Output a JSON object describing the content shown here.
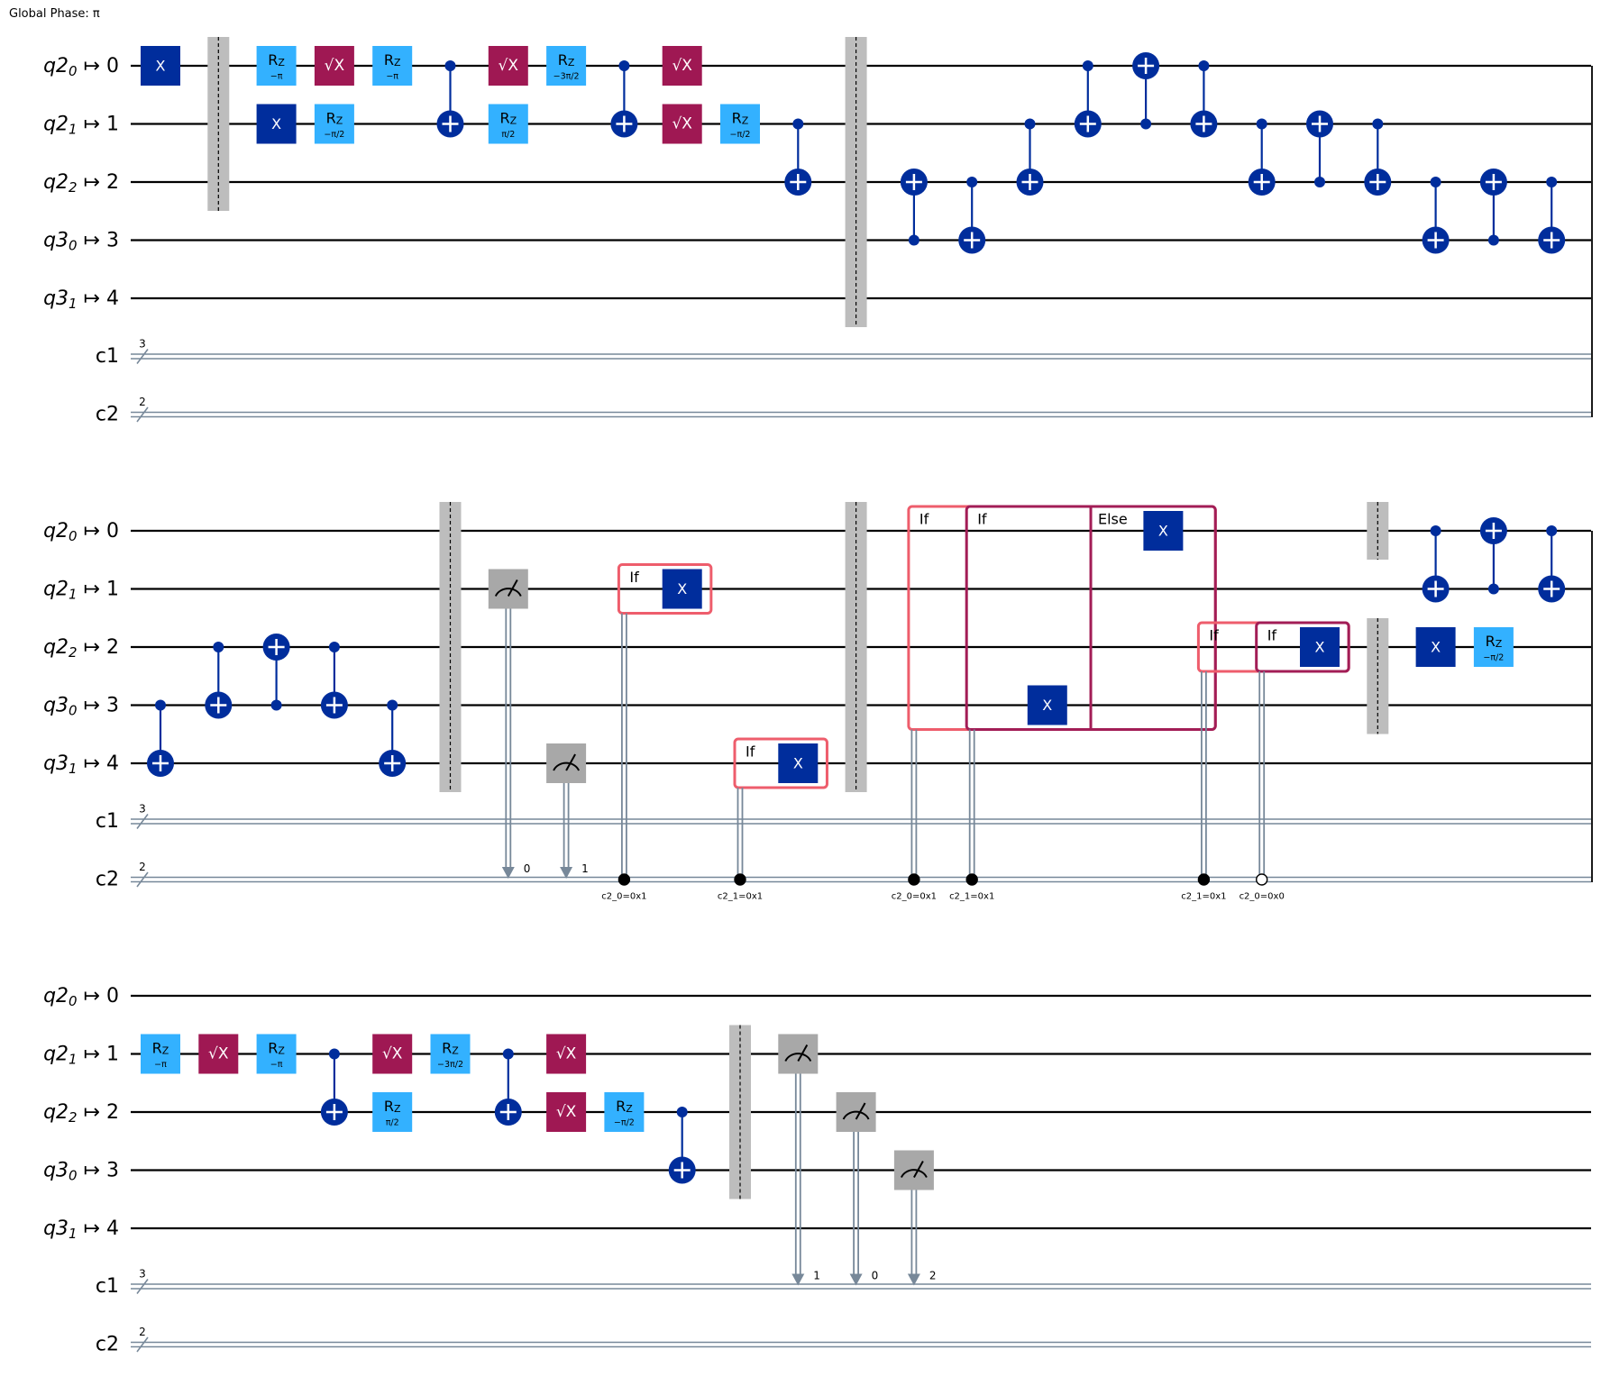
{
  "global_phase": "Global Phase: π",
  "colors": {
    "wire": "#000000",
    "classical": "#778899",
    "cx": "#002D9C",
    "x": "#002D9C",
    "rz": "#33B1FF",
    "sx": "#9F1853",
    "measure": "#A8A8A8",
    "barrier": "#BDBDBD",
    "if_outer": "#EE5D6C",
    "if_inner": "#A21D56"
  },
  "labels": {
    "rz": "R",
    "rz_sub": "Z",
    "sx": "√X",
    "x": "X",
    "if": "If",
    "else": "Else"
  },
  "wires": [
    {
      "reg": "q2",
      "idx": "0",
      "phys": "0"
    },
    {
      "reg": "q2",
      "idx": "1",
      "phys": "1"
    },
    {
      "reg": "q2",
      "idx": "2",
      "phys": "2"
    },
    {
      "reg": "q3",
      "idx": "0",
      "phys": "3"
    },
    {
      "reg": "q3",
      "idx": "1",
      "phys": "4"
    }
  ],
  "cregs": [
    {
      "name": "c1",
      "size": "3"
    },
    {
      "name": "c2",
      "size": "2"
    }
  ],
  "rows": [
    {
      "ops": [
        {
          "t": "x",
          "q": 0,
          "c": 0
        },
        {
          "t": "barrier",
          "c": 1,
          "q0": 0,
          "q1": 2
        },
        {
          "t": "rz",
          "q": 0,
          "c": 2,
          "p": "−π"
        },
        {
          "t": "x",
          "q": 1,
          "c": 2
        },
        {
          "t": "sx",
          "q": 0,
          "c": 3
        },
        {
          "t": "rz",
          "q": 1,
          "c": 3,
          "p": "−π/2"
        },
        {
          "t": "rz",
          "q": 0,
          "c": 4,
          "p": "−π"
        },
        {
          "t": "cx",
          "ctl": 0,
          "tgt": 1,
          "c": 5
        },
        {
          "t": "sx",
          "q": 0,
          "c": 6
        },
        {
          "t": "rz",
          "q": 1,
          "c": 6,
          "p": "π/2"
        },
        {
          "t": "rz",
          "q": 0,
          "c": 7,
          "p": "−3π/2"
        },
        {
          "t": "cx",
          "ctl": 0,
          "tgt": 1,
          "c": 8
        },
        {
          "t": "sx",
          "q": 0,
          "c": 9
        },
        {
          "t": "sx",
          "q": 1,
          "c": 9
        },
        {
          "t": "rz",
          "q": 1,
          "c": 10,
          "p": "−π/2"
        },
        {
          "t": "cx",
          "ctl": 1,
          "tgt": 2,
          "c": 11
        },
        {
          "t": "barrier",
          "c": 12,
          "q0": 0,
          "q1": 4
        },
        {
          "t": "cx",
          "ctl": 3,
          "tgt": 2,
          "c": 13
        },
        {
          "t": "cx",
          "ctl": 2,
          "tgt": 3,
          "c": 14
        },
        {
          "t": "cx",
          "ctl": 1,
          "tgt": 2,
          "c": 15
        },
        {
          "t": "cx",
          "ctl": 0,
          "tgt": 1,
          "c": 16
        },
        {
          "t": "cx",
          "ctl": 1,
          "tgt": 0,
          "c": 17
        },
        {
          "t": "cx",
          "ctl": 0,
          "tgt": 1,
          "c": 18
        },
        {
          "t": "cx",
          "ctl": 1,
          "tgt": 2,
          "c": 19
        },
        {
          "t": "cx",
          "ctl": 2,
          "tgt": 1,
          "c": 20
        },
        {
          "t": "cx",
          "ctl": 1,
          "tgt": 2,
          "c": 21
        },
        {
          "t": "cx",
          "ctl": 2,
          "tgt": 3,
          "c": 22
        },
        {
          "t": "cx",
          "ctl": 3,
          "tgt": 2,
          "c": 23
        },
        {
          "t": "cx",
          "ctl": 2,
          "tgt": 3,
          "c": 24
        }
      ]
    },
    {
      "ops": [
        {
          "t": "cx",
          "ctl": 3,
          "tgt": 4,
          "c": 0
        },
        {
          "t": "cx",
          "ctl": 2,
          "tgt": 3,
          "c": 1
        },
        {
          "t": "cx",
          "ctl": 3,
          "tgt": 2,
          "c": 2
        },
        {
          "t": "cx",
          "ctl": 2,
          "tgt": 3,
          "c": 3
        },
        {
          "t": "cx",
          "ctl": 3,
          "tgt": 4,
          "c": 4
        },
        {
          "t": "barrier",
          "c": 5,
          "q0": 0,
          "q1": 4
        },
        {
          "t": "measure",
          "q": 1,
          "c": 6,
          "creg": 1,
          "bit": "0"
        },
        {
          "t": "measure",
          "q": 4,
          "c": 7,
          "creg": 1,
          "bit": "1"
        },
        {
          "t": "if_box",
          "c0": 8,
          "c1": 9.5,
          "q0": 1,
          "q1": 1,
          "color": "outer",
          "label": "if"
        },
        {
          "t": "x",
          "q": 1,
          "c": 9
        },
        {
          "t": "cond",
          "c": 8,
          "creg": 1,
          "filled": true,
          "text": "c2_0=0x1"
        },
        {
          "t": "if_box",
          "c0": 10,
          "c1": 11.5,
          "q0": 4,
          "q1": 4,
          "color": "outer",
          "label": "if"
        },
        {
          "t": "x",
          "q": 4,
          "c": 11
        },
        {
          "t": "cond",
          "c": 10,
          "creg": 1,
          "filled": true,
          "text": "c2_1=0x1"
        },
        {
          "t": "barrier",
          "c": 12,
          "q0": 0,
          "q1": 4
        },
        {
          "t": "if_box",
          "c0": 13,
          "c1": 18.2,
          "q0": 0,
          "q1": 3,
          "color": "outer",
          "label": "if"
        },
        {
          "t": "if_box",
          "c0": 14,
          "c1": 18.2,
          "q0": 0,
          "q1": 3,
          "color": "inner",
          "label": "if"
        },
        {
          "t": "x",
          "q": 3,
          "c": 15.3
        },
        {
          "t": "divider",
          "c": 16.05,
          "q0": 0,
          "q1": 3,
          "color": "inner",
          "label": "else"
        },
        {
          "t": "x",
          "q": 0,
          "c": 17.3
        },
        {
          "t": "cond",
          "c": 13,
          "creg": 1,
          "filled": true,
          "text": "c2_0=0x1"
        },
        {
          "t": "cond",
          "c": 14,
          "creg": 1,
          "filled": true,
          "text": "c2_1=0x1"
        },
        {
          "t": "if_box",
          "c0": 18,
          "c1": 20.5,
          "q0": 2,
          "q1": 2,
          "color": "outer",
          "label": "if"
        },
        {
          "t": "if_box",
          "c0": 19,
          "c1": 20.5,
          "q0": 2,
          "q1": 2,
          "color": "inner",
          "label": "if"
        },
        {
          "t": "x",
          "q": 2,
          "c": 20
        },
        {
          "t": "cond",
          "c": 18,
          "creg": 1,
          "filled": true,
          "text": "c2_1=0x1"
        },
        {
          "t": "cond",
          "c": 19,
          "creg": 1,
          "filled": false,
          "text": "c2_0=0x0"
        },
        {
          "t": "barrier",
          "c": 21,
          "q0": 0,
          "q1": 0
        },
        {
          "t": "barrier",
          "c": 21,
          "q0": 2,
          "q1": 3
        },
        {
          "t": "x",
          "q": 2,
          "c": 22
        },
        {
          "t": "cx",
          "ctl": 0,
          "tgt": 1,
          "c": 22
        },
        {
          "t": "cx",
          "ctl": 1,
          "tgt": 0,
          "c": 23
        },
        {
          "t": "rz",
          "q": 2,
          "c": 23,
          "p": "−π/2"
        },
        {
          "t": "cx",
          "ctl": 0,
          "tgt": 1,
          "c": 24
        }
      ]
    },
    {
      "ops": [
        {
          "t": "rz",
          "q": 1,
          "c": 0,
          "p": "−π"
        },
        {
          "t": "sx",
          "q": 1,
          "c": 1
        },
        {
          "t": "rz",
          "q": 1,
          "c": 2,
          "p": "−π"
        },
        {
          "t": "cx",
          "ctl": 1,
          "tgt": 2,
          "c": 3
        },
        {
          "t": "sx",
          "q": 1,
          "c": 4
        },
        {
          "t": "rz",
          "q": 2,
          "c": 4,
          "p": "π/2"
        },
        {
          "t": "rz",
          "q": 1,
          "c": 5,
          "p": "−3π/2"
        },
        {
          "t": "cx",
          "ctl": 1,
          "tgt": 2,
          "c": 6
        },
        {
          "t": "sx",
          "q": 1,
          "c": 7
        },
        {
          "t": "sx",
          "q": 2,
          "c": 7
        },
        {
          "t": "rz",
          "q": 2,
          "c": 8,
          "p": "−π/2"
        },
        {
          "t": "cx",
          "ctl": 2,
          "tgt": 3,
          "c": 9
        },
        {
          "t": "barrier",
          "c": 10,
          "q0": 1,
          "q1": 3
        },
        {
          "t": "measure",
          "q": 1,
          "c": 11,
          "creg": 0,
          "bit": "1"
        },
        {
          "t": "measure",
          "q": 2,
          "c": 12,
          "creg": 0,
          "bit": "0"
        },
        {
          "t": "measure",
          "q": 3,
          "c": 13,
          "creg": 0,
          "bit": "2"
        }
      ]
    }
  ]
}
